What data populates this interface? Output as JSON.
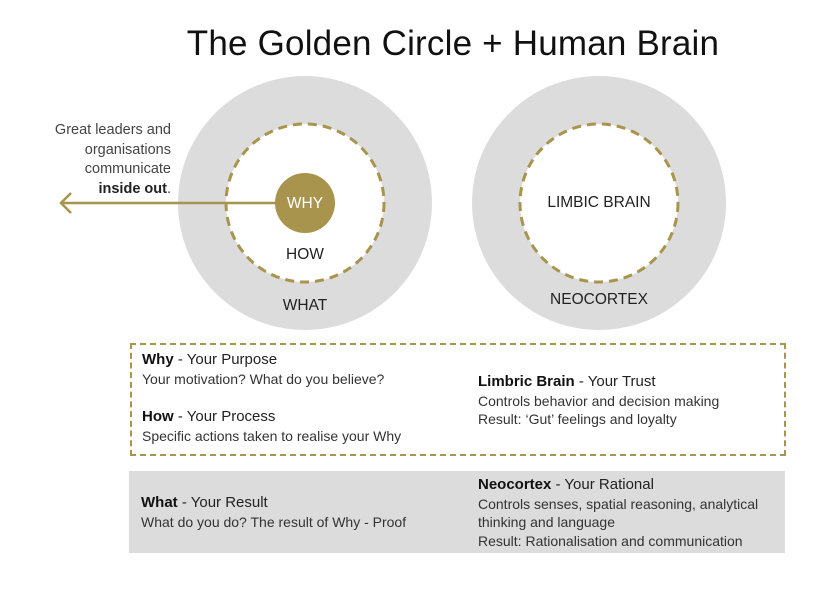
{
  "title": "The Golden Circle + Human Brain",
  "colors": {
    "outer_circle": "#dcdcdc",
    "dash": "#a8944d",
    "why_fill": "#a8944d",
    "arrow": "#a8944d"
  },
  "note": {
    "lines": [
      "Great leaders and",
      "organisations",
      "communicate"
    ],
    "emphasis": "inside out",
    "punct": "."
  },
  "golden_circle": {
    "why": "WHY",
    "how": "HOW",
    "what": "WHAT"
  },
  "brain": {
    "limbic": "LIMBIC BRAIN",
    "neocortex": "NEOCORTEX"
  },
  "legend": {
    "why": {
      "term": "Why",
      "tag": " - Your Purpose",
      "desc": "Your motivation? What do you believe?"
    },
    "how": {
      "term": "How",
      "tag": " - Your Process",
      "desc": "Specific actions taken to realise your Why"
    },
    "limbic": {
      "term": "Limbric Brain",
      "tag": " - Your Trust",
      "desc1": "Controls behavior and decision making",
      "desc2": "Result: ‘Gut’ feelings and loyalty"
    },
    "what": {
      "term": "What",
      "tag": " - Your Result",
      "desc": "What do you do? The result of Why - Proof"
    },
    "neocortex": {
      "term": "Neocortex",
      "tag": " - Your Rational",
      "desc1": "Controls senses, spatial reasoning, analytical",
      "desc2": "thinking and language",
      "desc3": "Result: Rationalisation and communication"
    }
  }
}
